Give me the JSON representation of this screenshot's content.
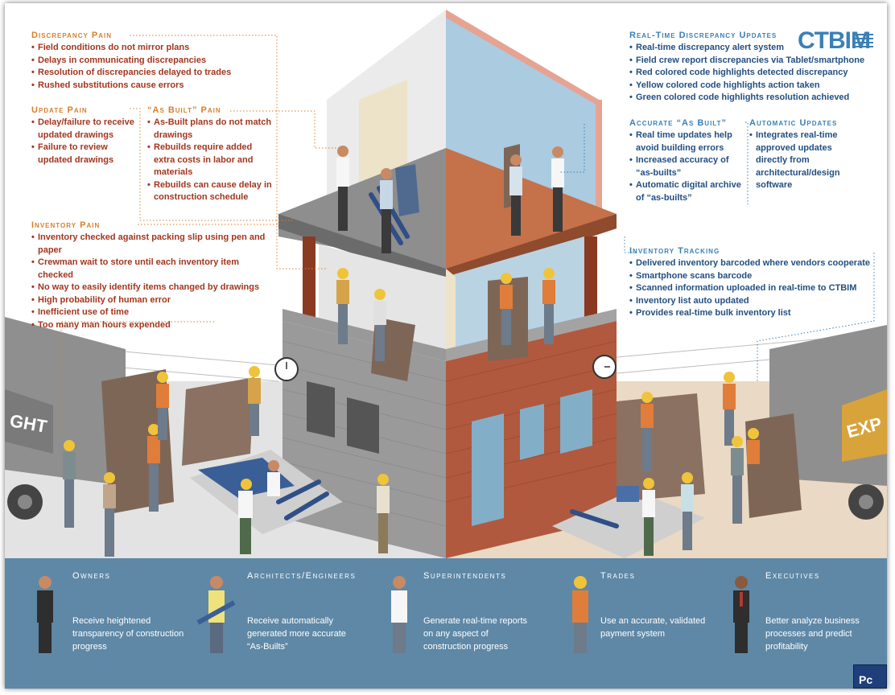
{
  "logo": {
    "text": "CTBIM"
  },
  "discrepancy_pain": {
    "title": "Discrepancy Pain",
    "items": [
      "Field conditions do not mirror plans",
      "Delays in communicating discrepancies",
      "Resolution of discrepancies delayed to trades",
      "Rushed substitutions cause errors"
    ]
  },
  "update_pain": {
    "title": "Update Pain",
    "items": [
      "Delay/failure to receive updated drawings",
      "Failure to review updated drawings"
    ]
  },
  "as_built_pain": {
    "title": "“As Built” Pain",
    "items": [
      "As-Built plans do not match drawings",
      "Rebuilds require added extra costs in labor and materials",
      "Rebuilds can cause delay in construction schedule"
    ]
  },
  "inventory_pain": {
    "title": "Inventory Pain",
    "items": [
      "Inventory checked against packing slip using pen and paper",
      "Crewman wait to store until each inventory item checked",
      "No way to easily identify items changed by drawings",
      "High probability of human error",
      "Inefficient use of time",
      "Too many man hours expended"
    ]
  },
  "realtime_updates": {
    "title": "Real-Time Discrepancy Updates",
    "items": [
      "Real-time discrepancy alert system",
      "Field crew report discrepancies via Tablet/smartphone",
      "Red colored code highlights detected discrepancy",
      "Yellow colored code highlights action taken",
      "Green colored code highlights resolution achieved"
    ]
  },
  "accurate_as_built": {
    "title": "Accurate “As Built”",
    "items": [
      "Real time updates help avoid building errors",
      "Increased accuracy of “as-builts”",
      "Automatic digital archive of “as-builts”"
    ]
  },
  "automatic_updates": {
    "title": "Automatic Updates",
    "items": [
      "Integrates real-time approved updates directly from architectural/design software"
    ]
  },
  "inventory_tracking": {
    "title": "Inventory Tracking",
    "items": [
      "Delivered inventory barcoded where vendors cooperate",
      "Smartphone scans barcode",
      "Scanned information uploaded in real-time to CTBIM",
      "Inventory list auto updated",
      "Provides real-time bulk inventory list"
    ]
  },
  "scene": {
    "truck_left_text": "GHT",
    "truck_right_text": "EXP"
  },
  "roles": [
    {
      "title": "Owners",
      "desc": "Receive heightened transparency of construction progress"
    },
    {
      "title": "Architects/Engineers",
      "desc": "Receive automatically generated more accurate “As-Builts”"
    },
    {
      "title": "Superintendents",
      "desc": "Generate real-time reports on any aspect of construction progress"
    },
    {
      "title": "Trades",
      "desc": "Use an accurate, validated payment system"
    },
    {
      "title": "Executives",
      "desc": "Better analyze business processes and predict profitability"
    }
  ],
  "corner_badge": "Pc",
  "colors": {
    "pain_title": "#d7802d",
    "pain_text": "#a3361e",
    "solution_title": "#3a80b6",
    "solution_text": "#234f82",
    "footer_bg": "#5e88a6"
  }
}
